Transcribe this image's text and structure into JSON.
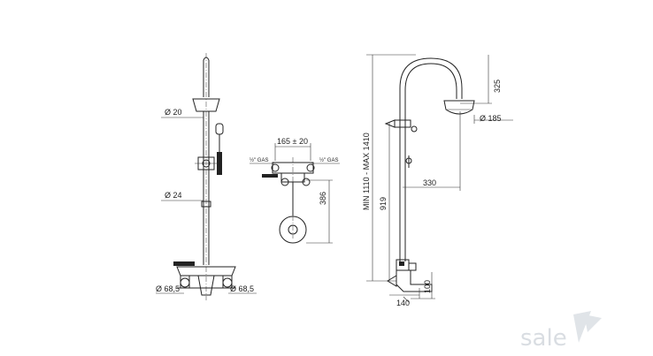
{
  "views": {
    "front": {
      "dim_outer_diameter_top": "Ø 20",
      "dim_outer_diameter_mid": "Ø 24",
      "dim_left_inlet": "Ø 68,5",
      "dim_right_inlet": "Ø 68,5"
    },
    "side": {
      "dim_center_distance": "165 ± 20",
      "gas_left": "½\" GAS",
      "gas_right": "½\" GAS",
      "dim_height": "386"
    },
    "profile": {
      "dim_total_height": "MIN 1110 - MAX 1410",
      "dim_head_drop": "325",
      "dim_head_diameter": "Ø 185",
      "dim_arm_reach": "330",
      "dim_lower_height": "919",
      "dim_spout_height": "100",
      "dim_spout_reach": "140"
    }
  },
  "watermark": {
    "text": "sale"
  }
}
